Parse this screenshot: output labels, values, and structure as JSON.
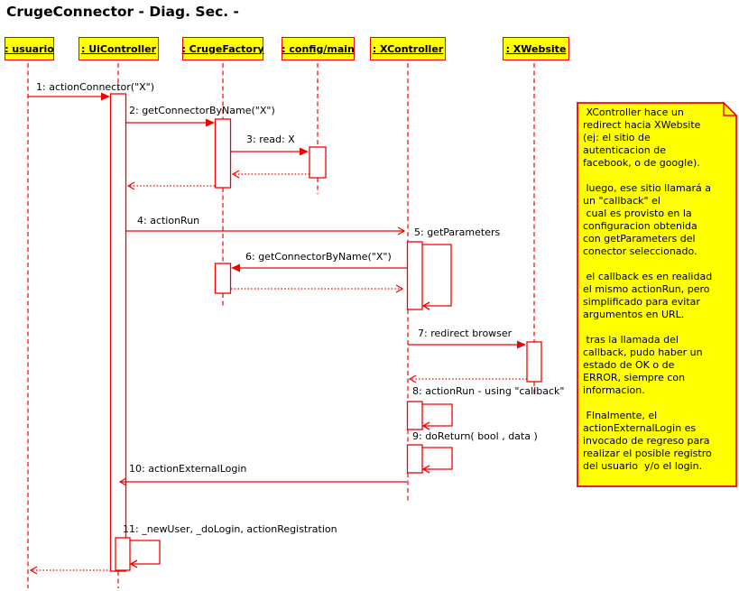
{
  "title": "CrugeConnector - Diag. Sec. -",
  "diagram_type": "uml-sequence",
  "colors": {
    "line": "#f40000",
    "box_fill": "#ffff00",
    "note_fill": "#ffff00",
    "text": "#000000",
    "background": "#ffffff"
  },
  "actors": [
    {
      "label": ": usuario"
    },
    {
      "label": ": UiController"
    },
    {
      "label": ": CrugeFactory"
    },
    {
      "label": ": config/main"
    },
    {
      "label": ": XController"
    },
    {
      "label": ": XWebsite"
    }
  ],
  "messages": [
    {
      "label": "1: actionConnector(\"X\")",
      "from": ": usuario",
      "to": ": UiController",
      "kind": "call"
    },
    {
      "label": "2: getConnectorByName(\"X\")",
      "from": ": UiController",
      "to": ": CrugeFactory",
      "kind": "call"
    },
    {
      "label": "3: read: X",
      "from": ": CrugeFactory",
      "to": ": config/main",
      "kind": "call"
    },
    {
      "label": "4: actionRun",
      "from": ": UiController",
      "to": ": XController",
      "kind": "call"
    },
    {
      "label": "5: getParameters",
      "from": ": XController",
      "to": ": XController",
      "kind": "self-call"
    },
    {
      "label": "6: getConnectorByName(\"X\")",
      "from": ": XController",
      "to": ": CrugeFactory",
      "kind": "call"
    },
    {
      "label": "7: redirect browser",
      "from": ": XController",
      "to": ": XWebsite",
      "kind": "call"
    },
    {
      "label": "8: actionRun - using \"callback\"",
      "from": ": XController",
      "to": ": XController",
      "kind": "self-call"
    },
    {
      "label": "9: doReturn( bool , data )",
      "from": ": XController",
      "to": ": XController",
      "kind": "self-call"
    },
    {
      "label": "10: actionExternalLogin",
      "from": ": XController",
      "to": ": UiController",
      "kind": "call"
    },
    {
      "label": "11: _newUser, _doLogin, actionRegistration",
      "from": ": UiController",
      "to": ": UiController",
      "kind": "self-call"
    }
  ],
  "note": {
    "text": " XController hace un\nredirect hacia XWebsite\n(ej: el sitio de\nautenticacion de\nfacebook, o de google).\n\n luego, ese sitio llamará a\nun \"callback\" el\n cual es provisto en la\nconfiguracion obtenida\ncon getParameters del\nconector seleccionado.\n\n el callback es en realidad\nel mismo actionRun, pero\nsimplificado para evitar\nargumentos en URL.\n\n tras la llamada del\ncallback, pudo haber un\nestado de OK o de\nERROR, siempre con\ninformacion.\n\n FInalmente, el\nactionExternalLogin es\ninvocado de regreso para\nrealizar el posible registro\ndel usuario  y/o el login."
  }
}
